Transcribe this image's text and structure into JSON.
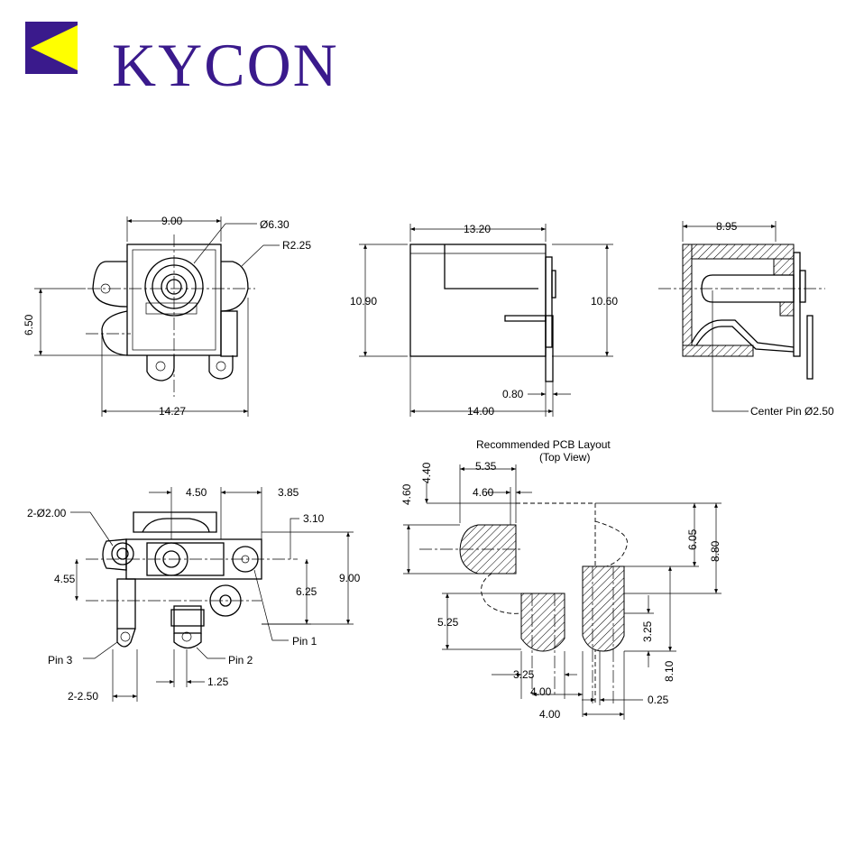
{
  "brand": {
    "name": "KYCON",
    "color_purple": "#3a1a8c",
    "color_yellow": "#ffff00"
  },
  "front_view": {
    "dim_width": "9.00",
    "dim_bore": "Ø6.30",
    "dim_radius": "R2.25",
    "dim_height": "6.50",
    "dim_total_width": "14.27"
  },
  "side_view": {
    "dim_top_length": "13.20",
    "dim_left_height": "10.90",
    "dim_right_height": "10.60",
    "dim_pin_thickness": "0.80",
    "dim_total_length": "14.00"
  },
  "section_view": {
    "dim_width": "8.95",
    "label_center_pin": "Center Pin Ø2.50"
  },
  "bottom_view": {
    "dim_hole_dia": "2-Ø2.00",
    "dim_4_50": "4.50",
    "dim_3_85": "3.85",
    "dim_3_10": "3.10",
    "dim_4_55": "4.55",
    "dim_6_25": "6.25",
    "dim_9_00": "9.00",
    "label_pin1": "Pin 1",
    "label_pin2": "Pin 2",
    "label_pin3": "Pin 3",
    "dim_2_2_50": "2-2.50",
    "dim_1_25": "1.25"
  },
  "pcb_layout": {
    "title": "Recommended PCB Layout",
    "subtitle": "(Top View)",
    "dim_5_35": "5.35",
    "dim_4_40": "4.40",
    "dim_4_60_v": "4.60",
    "dim_4_60_h": "4.60",
    "dim_6_05": "6.05",
    "dim_8_80": "8.80",
    "dim_5_25": "5.25",
    "dim_3_25_v": "3.25",
    "dim_8_10": "8.10",
    "dim_3_25_h": "3.25",
    "dim_4_00_a": "4.00",
    "dim_0_25": "0.25",
    "dim_4_00_b": "4.00"
  }
}
